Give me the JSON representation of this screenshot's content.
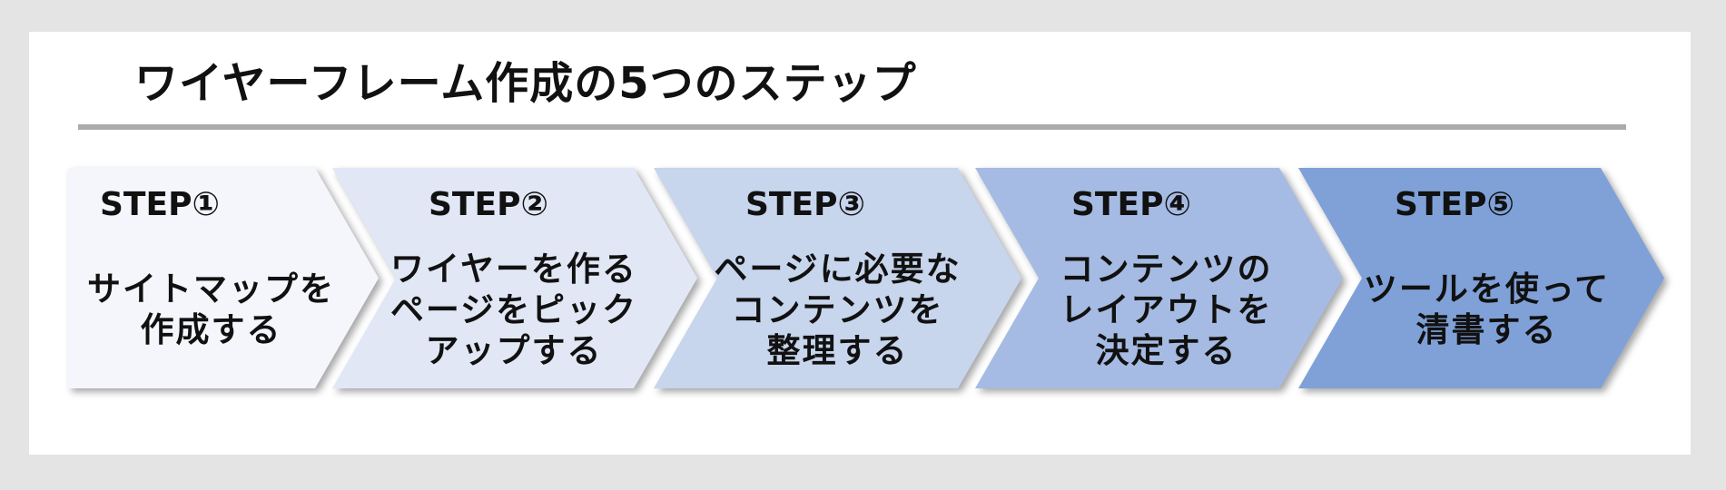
{
  "title": "ワイヤーフレーム作成の5つのステップ",
  "colors": {
    "background": "#e4e4e4",
    "panel": "#ffffff",
    "rule": "#ababab",
    "step_fills": [
      "#f5f6fb",
      "#e1e7f5",
      "#c7d5ed",
      "#a6bbe3",
      "#7fa1d8"
    ]
  },
  "steps": [
    {
      "label": "STEP①",
      "lines": [
        "サイトマップを",
        "作成する"
      ]
    },
    {
      "label": "STEP②",
      "lines": [
        "ワイヤーを作る",
        "ページをピック",
        "アップする"
      ]
    },
    {
      "label": "STEP③",
      "lines": [
        "ページに必要な",
        "コンテンツを",
        "整理する"
      ]
    },
    {
      "label": "STEP④",
      "lines": [
        "コンテンツの",
        "レイアウトを",
        "決定する"
      ]
    },
    {
      "label": "STEP⑤",
      "lines": [
        "ツールを使って",
        "清書する"
      ]
    }
  ]
}
